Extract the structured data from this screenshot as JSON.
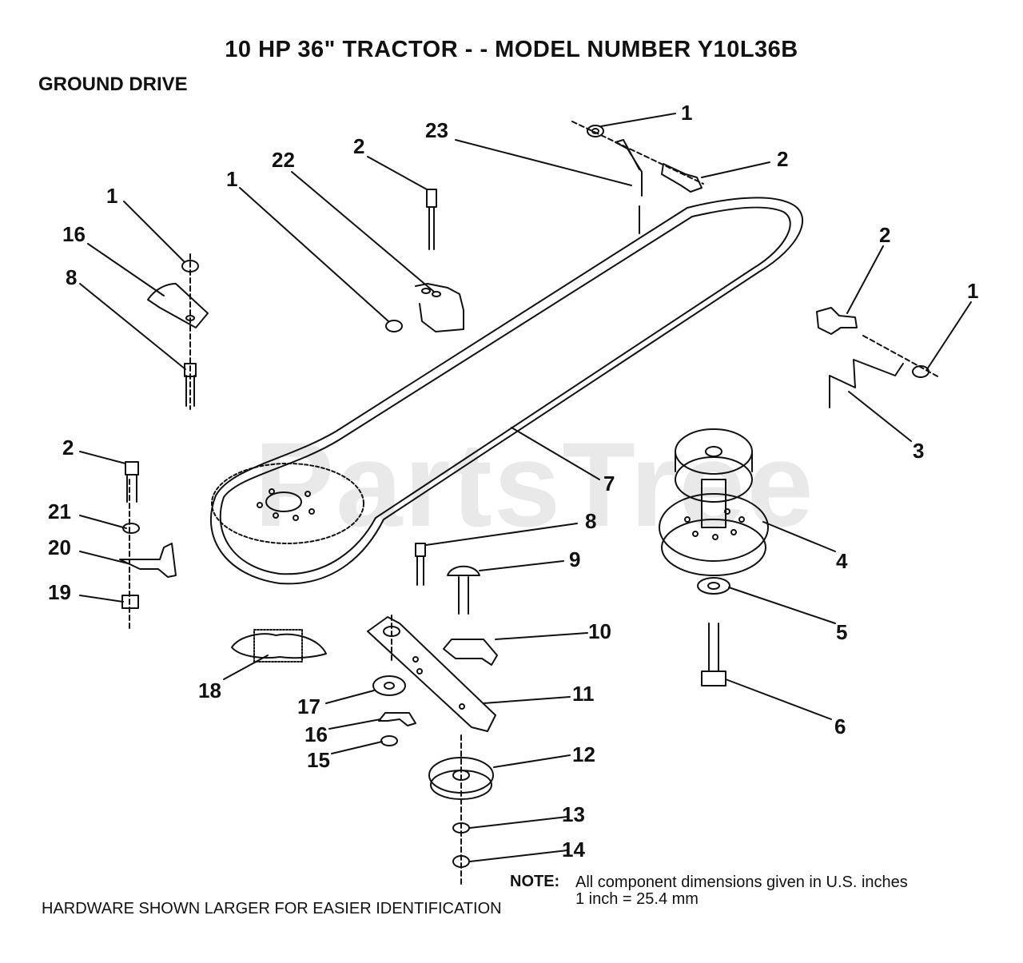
{
  "title": "10 HP 36\" TRACTOR - - MODEL NUMBER Y10L36B",
  "subtitle": "GROUND DRIVE",
  "watermark": "PartsTree",
  "footer": "HARDWARE SHOWN LARGER FOR EASIER IDENTIFICATION",
  "note": {
    "label": "NOTE:",
    "line1": "All component dimensions given in U.S. inches",
    "line2": "1 inch = 25.4 mm"
  },
  "callouts": [
    {
      "id": "c-1a",
      "label": "1"
    },
    {
      "id": "c-2a",
      "label": "2"
    },
    {
      "id": "c-23",
      "label": "23"
    },
    {
      "id": "c-2b",
      "label": "2"
    },
    {
      "id": "c-22",
      "label": "22"
    },
    {
      "id": "c-1b",
      "label": "1"
    },
    {
      "id": "c-1c",
      "label": "1"
    },
    {
      "id": "c-16a",
      "label": "16"
    },
    {
      "id": "c-8a",
      "label": "8"
    },
    {
      "id": "c-2c",
      "label": "2"
    },
    {
      "id": "c-1d",
      "label": "1"
    },
    {
      "id": "c-3",
      "label": "3"
    },
    {
      "id": "c-7",
      "label": "7"
    },
    {
      "id": "c-2d",
      "label": "2"
    },
    {
      "id": "c-21",
      "label": "21"
    },
    {
      "id": "c-20",
      "label": "20"
    },
    {
      "id": "c-19",
      "label": "19"
    },
    {
      "id": "c-8b",
      "label": "8"
    },
    {
      "id": "c-9",
      "label": "9"
    },
    {
      "id": "c-4",
      "label": "4"
    },
    {
      "id": "c-5",
      "label": "5"
    },
    {
      "id": "c-10",
      "label": "10"
    },
    {
      "id": "c-18",
      "label": "18"
    },
    {
      "id": "c-11",
      "label": "11"
    },
    {
      "id": "c-6",
      "label": "6"
    },
    {
      "id": "c-17",
      "label": "17"
    },
    {
      "id": "c-16b",
      "label": "16"
    },
    {
      "id": "c-15",
      "label": "15"
    },
    {
      "id": "c-12",
      "label": "12"
    },
    {
      "id": "c-13",
      "label": "13"
    },
    {
      "id": "c-14",
      "label": "14"
    }
  ]
}
